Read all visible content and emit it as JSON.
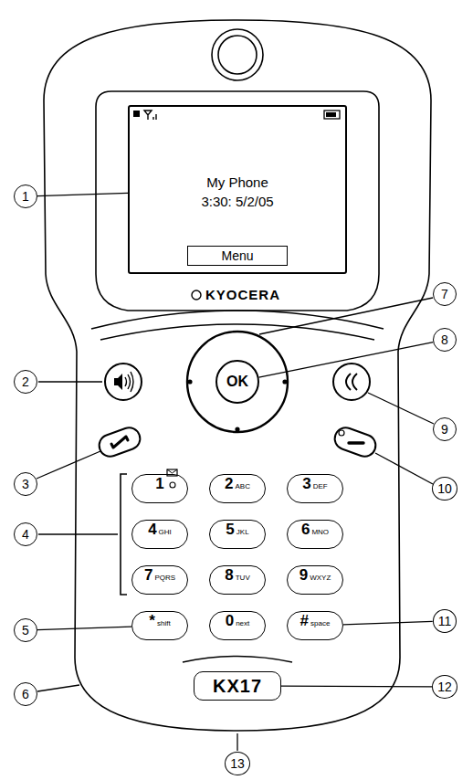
{
  "diagram": {
    "nodes": [
      {
        "text": [
          "1"
        ]
      },
      {
        "text": [
          "My Phone",
          "3:30: 5/2/05"
        ]
      },
      {
        "text": [
          "Menu"
        ],
        "in": 1
      },
      {
        "text": [
          "7"
        ]
      },
      {
        "text": [
          "8"
        ]
      },
      {
        "text": [
          "OK"
        ]
      },
      {
        "text": [
          "2"
        ]
      },
      {
        "text": [
          "9"
        ]
      },
      {
        "text": [
          "3"
        ]
      },
      {
        "text": [
          "10"
        ]
      },
      {
        "text": [
          "1"
        ]
      },
      {
        "text": [
          "2",
          "ABC"
        ]
      },
      {
        "text": [
          "3",
          "DEF"
        ]
      },
      {
        "text": [
          "4"
        ]
      },
      {
        "text": [
          "4",
          "GHI"
        ]
      },
      {
        "text": [
          "5",
          "JKL"
        ]
      },
      {
        "text": [
          "6",
          "MNO"
        ]
      },
      {
        "text": [
          "7",
          "PQRS"
        ]
      },
      {
        "text": [
          "8",
          "TUV"
        ]
      },
      {
        "text": [
          "9",
          "WXYZ"
        ]
      },
      {
        "text": [
          "5"
        ]
      },
      {
        "text": [
          "*",
          "shift"
        ]
      },
      {
        "text": [
          "0",
          "next"
        ]
      },
      {
        "text": [
          "#",
          "space"
        ]
      },
      {
        "text": [
          "11"
        ]
      },
      {
        "text": [
          "6"
        ]
      },
      {
        "text": [
          "KX17"
        ]
      },
      {
        "text": [
          "12"
        ]
      },
      {
        "text": [
          "13"
        ]
      }
    ],
    "edges": [
      {
        "from": 0,
        "to": 1,
        "arrow": "none"
      },
      {
        "from": 4,
        "to": 5,
        "arrow": "none"
      },
      {
        "from": 20,
        "to": 21,
        "arrow": "none"
      },
      {
        "from": 24,
        "to": 23,
        "arrow": "none"
      },
      {
        "from": 27,
        "to": 26,
        "arrow": "none"
      }
    ],
    "labels": [
      "KYOCERA"
    ]
  }
}
